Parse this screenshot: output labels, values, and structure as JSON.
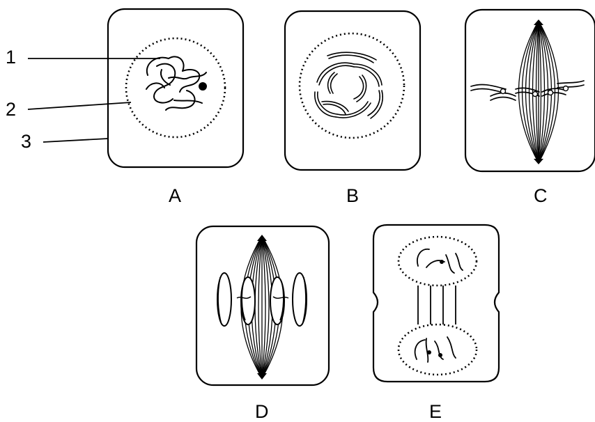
{
  "figure": {
    "panels": [
      {
        "label": "A"
      },
      {
        "label": "B"
      },
      {
        "label": "C"
      },
      {
        "label": "D"
      },
      {
        "label": "E"
      }
    ],
    "callouts": [
      {
        "number": "1"
      },
      {
        "number": "2"
      },
      {
        "number": "3"
      }
    ]
  }
}
